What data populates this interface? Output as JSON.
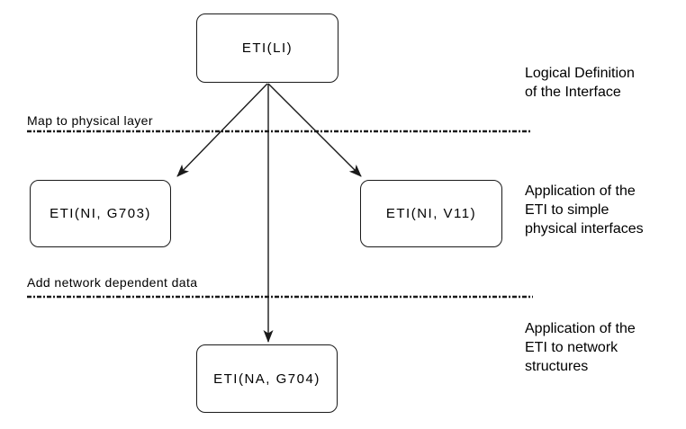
{
  "boxes": {
    "top": {
      "label": "ETI(LI)"
    },
    "left": {
      "label": "ETI(NI, G703)"
    },
    "right": {
      "label": "ETI(NI, V11)"
    },
    "bottom": {
      "label": "ETI(NA, G704)"
    }
  },
  "separators": [
    {
      "label": "Map to physical layer"
    },
    {
      "label": "Add network dependent data"
    }
  ],
  "annotations": [
    {
      "lines": [
        "Logical Definition",
        "of the Interface"
      ]
    },
    {
      "lines": [
        "Application of the",
        "ETI to simple",
        "physical interfaces"
      ]
    },
    {
      "lines": [
        "Application of the",
        "ETI to network",
        "structures"
      ]
    }
  ],
  "colors": {
    "ink": "#1a1a1a",
    "text": "#000000",
    "background": "#ffffff"
  }
}
